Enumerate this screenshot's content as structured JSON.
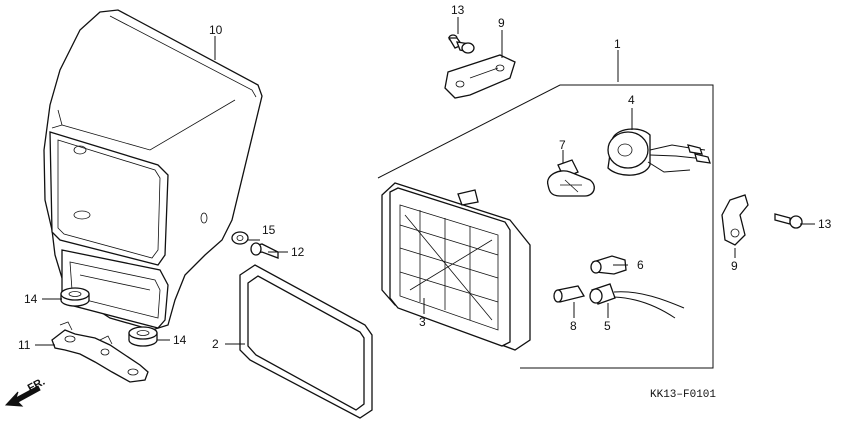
{
  "callouts": [
    "1",
    "2",
    "3",
    "4",
    "5",
    "6",
    "7",
    "8",
    "9",
    "9",
    "10",
    "11",
    "12",
    "13",
    "13",
    "14",
    "14",
    "15"
  ],
  "direction_label": "FR.",
  "diagram_code": "KK13–F0101"
}
